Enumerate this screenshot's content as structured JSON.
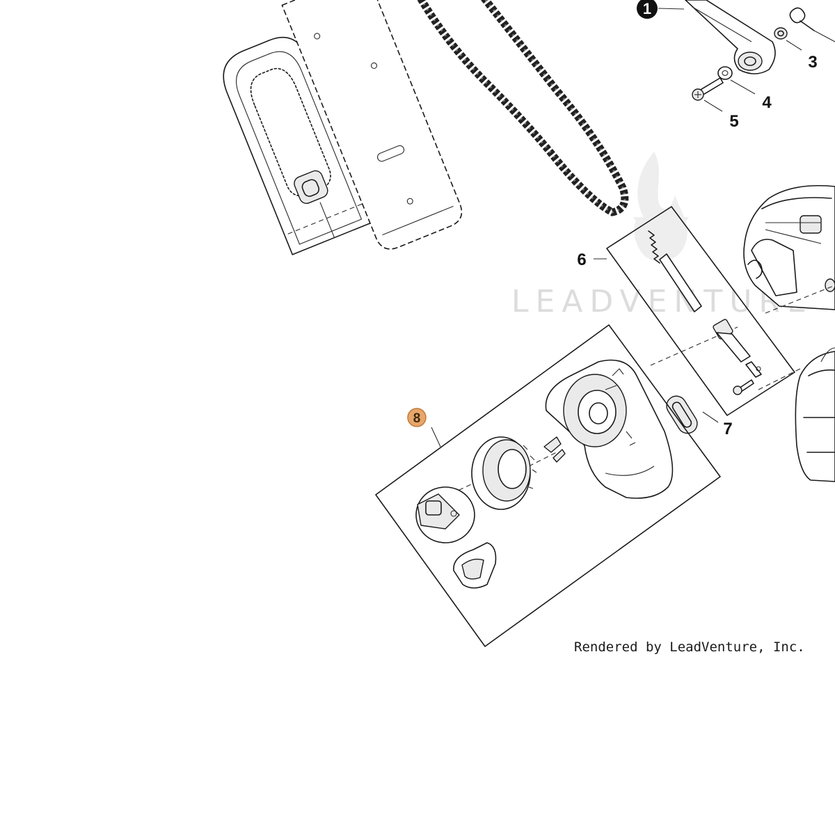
{
  "watermark": {
    "text": "LEADVENTURE",
    "color": "#dcdcdc"
  },
  "credit": {
    "text": "Rendered by LeadVenture, Inc."
  },
  "selection_color": "#e8a66a",
  "callouts": [
    {
      "id": "1",
      "label": "1",
      "style": "filled"
    },
    {
      "id": "3",
      "label": "3",
      "style": "plain"
    },
    {
      "id": "4",
      "label": "4",
      "style": "plain"
    },
    {
      "id": "5",
      "label": "5",
      "style": "plain"
    },
    {
      "id": "6",
      "label": "6",
      "style": "plain"
    },
    {
      "id": "7",
      "label": "7",
      "style": "plain"
    },
    {
      "id": "8",
      "label": "8",
      "style": "selected"
    }
  ],
  "parts": [
    {
      "callout": "1",
      "icon": "handle-arm-icon"
    },
    {
      "callout": "3",
      "icon": "spring-bushing-icon"
    },
    {
      "callout": "4",
      "icon": "washer-icon"
    },
    {
      "callout": "5",
      "icon": "screw-icon"
    },
    {
      "callout": "6",
      "icon": "tensioner-kit-icon"
    },
    {
      "callout": "7",
      "icon": "slot-insert-icon"
    },
    {
      "callout": "8",
      "icon": "sprocket-cover-kit-icon"
    }
  ]
}
